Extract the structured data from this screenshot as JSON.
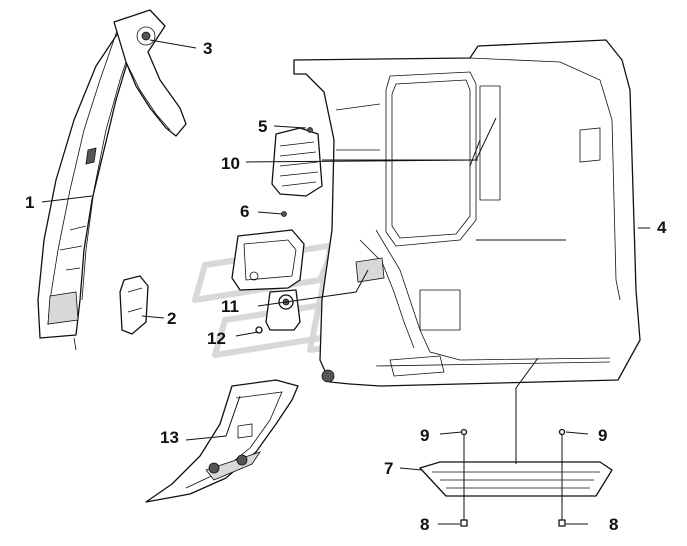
{
  "callouts": [
    {
      "id": "1",
      "label": "1"
    },
    {
      "id": "2",
      "label": "2"
    },
    {
      "id": "3",
      "label": "3"
    },
    {
      "id": "4",
      "label": "4"
    },
    {
      "id": "5",
      "label": "5"
    },
    {
      "id": "6",
      "label": "6"
    },
    {
      "id": "7",
      "label": "7"
    },
    {
      "id": "8a",
      "label": "8"
    },
    {
      "id": "8b",
      "label": "8"
    },
    {
      "id": "9a",
      "label": "9"
    },
    {
      "id": "9b",
      "label": "9"
    },
    {
      "id": "10",
      "label": "10"
    },
    {
      "id": "11",
      "label": "11"
    },
    {
      "id": "12",
      "label": "12"
    },
    {
      "id": "13",
      "label": "13"
    }
  ]
}
